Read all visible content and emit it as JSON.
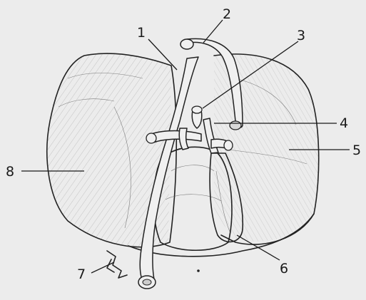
{
  "diagram": {
    "labels": [
      {
        "id": "1",
        "text": "1"
      },
      {
        "id": "2",
        "text": "2"
      },
      {
        "id": "3",
        "text": "3"
      },
      {
        "id": "4",
        "text": "4"
      },
      {
        "id": "5",
        "text": "5"
      },
      {
        "id": "6",
        "text": "6"
      },
      {
        "id": "7",
        "text": "7"
      },
      {
        "id": "8",
        "text": "8"
      }
    ]
  },
  "colors": {
    "background": "#ececec",
    "ink": "#222222"
  }
}
